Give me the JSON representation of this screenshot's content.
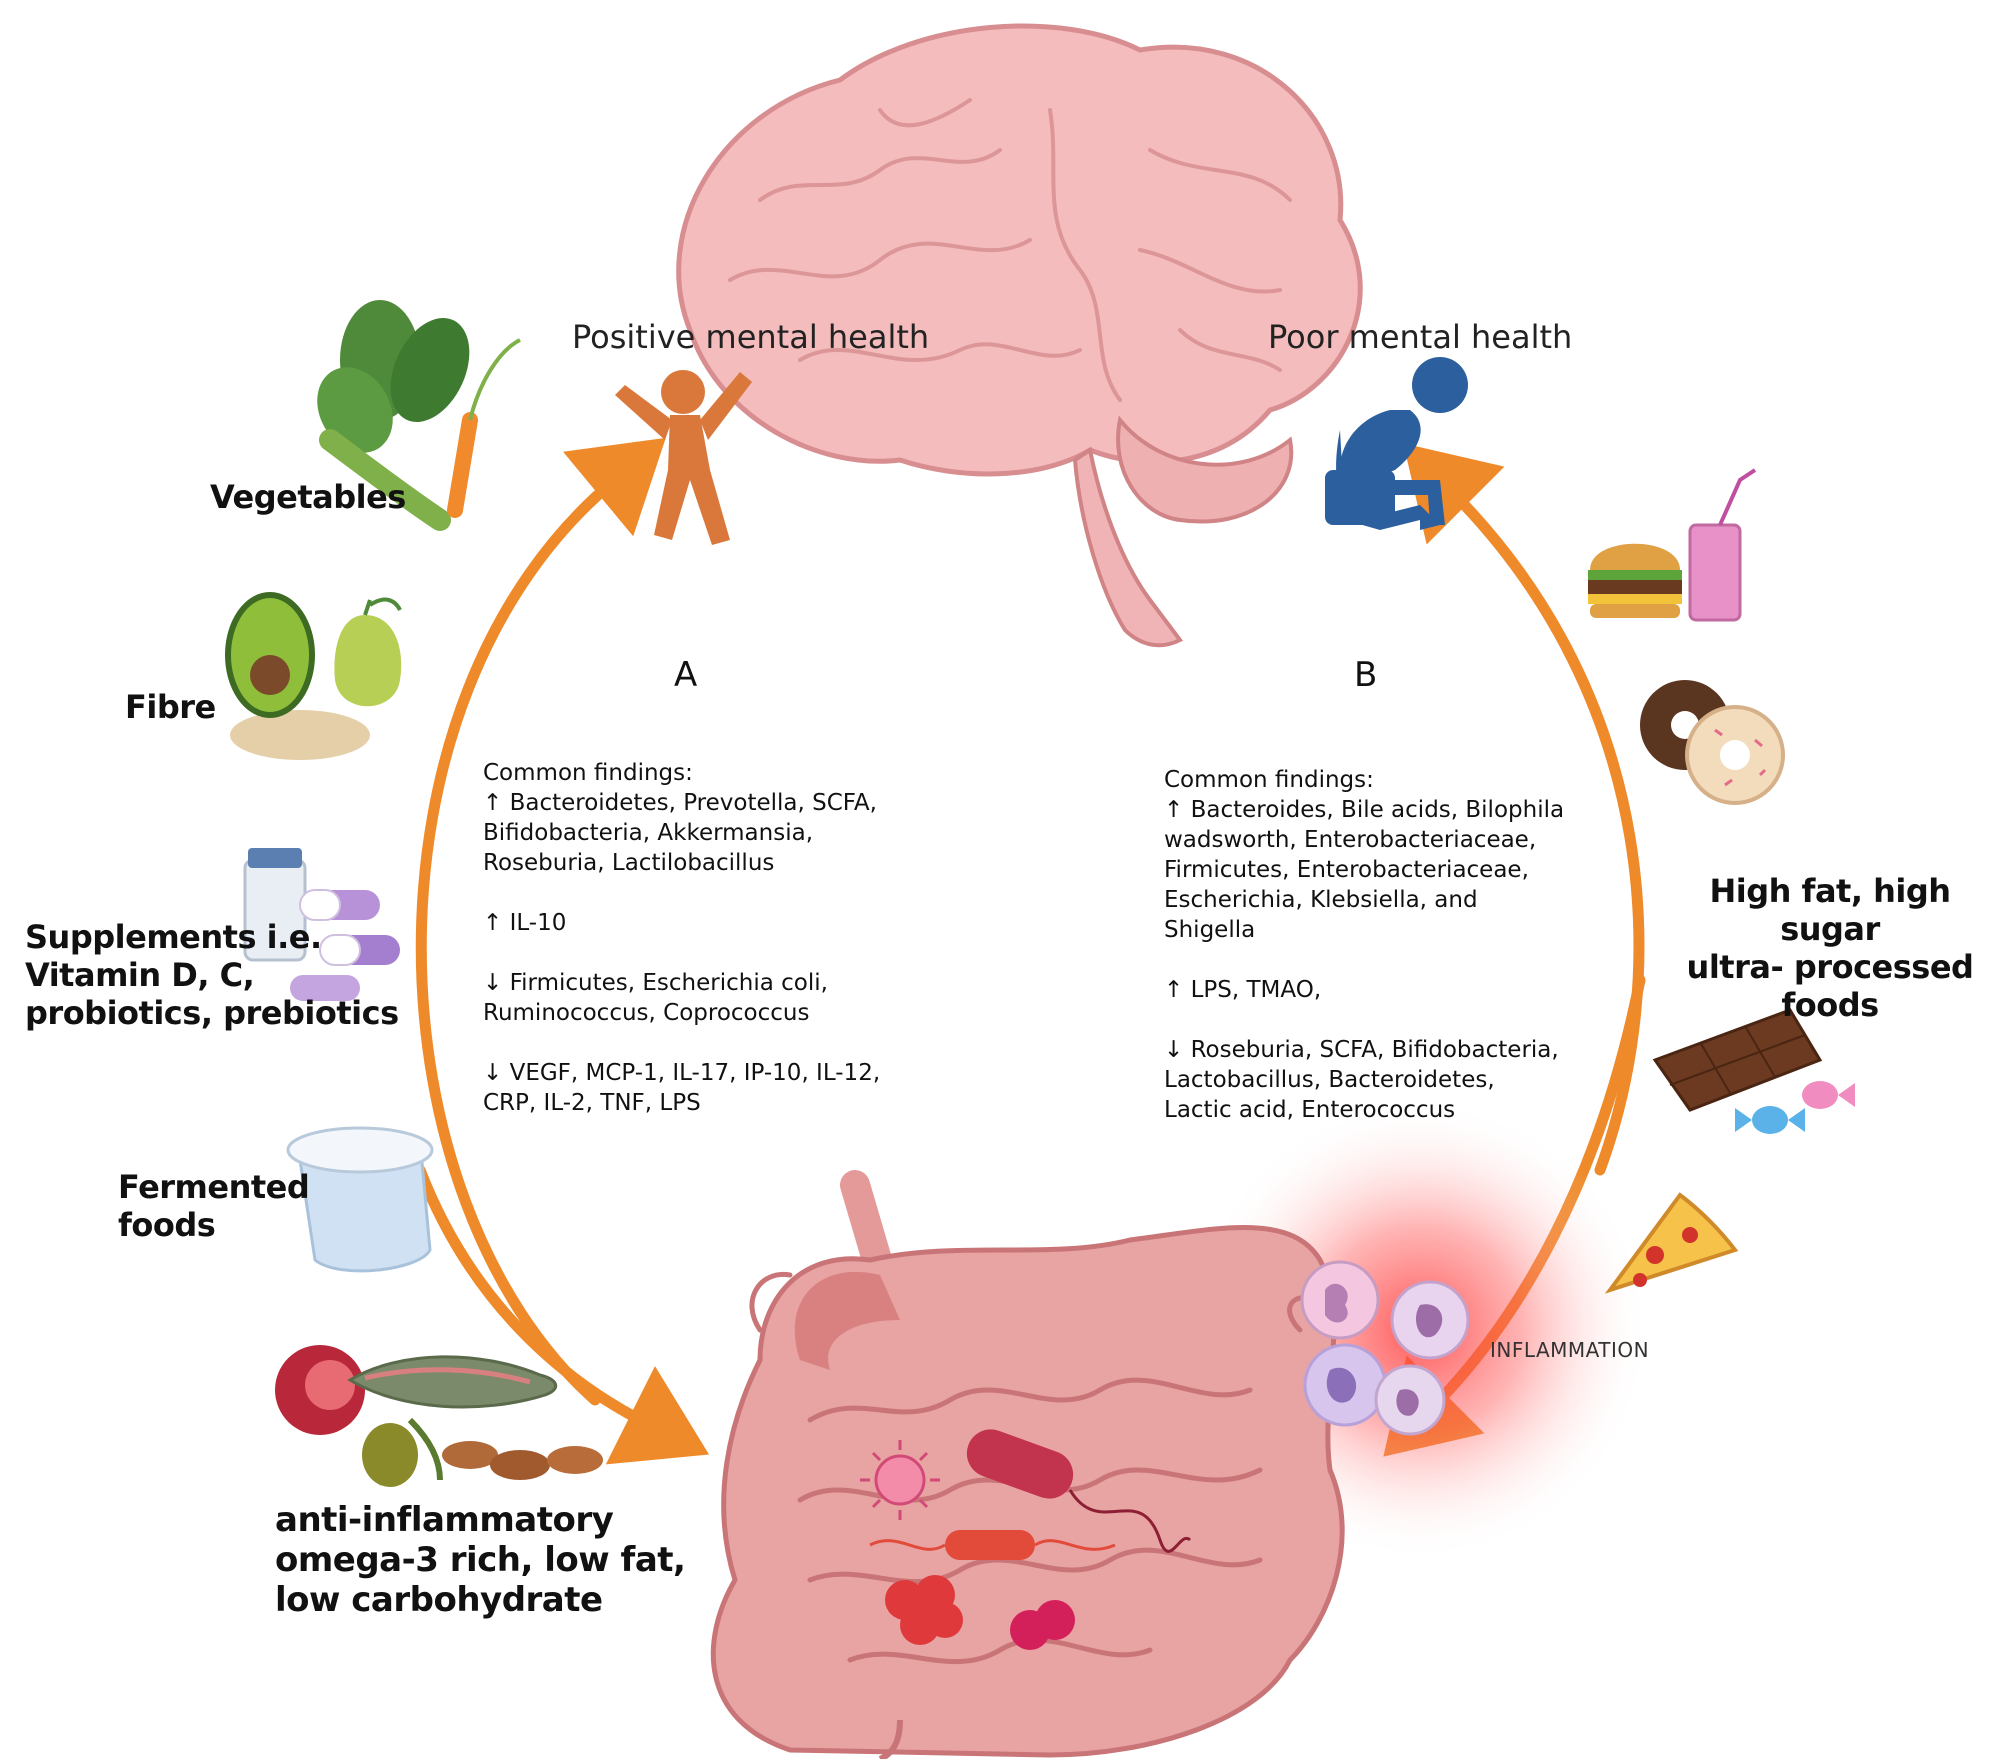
{
  "mental": {
    "positive": "Positive mental health",
    "poor": "Poor mental health"
  },
  "sections": {
    "a": "A",
    "b": "B"
  },
  "findings_a": {
    "heading": "Common findings:",
    "line1": "↑ Bacteroidetes, Prevotella, SCFA,",
    "line2": "Bifidobacteria, Akkermansia,",
    "line3": "Roseburia, Lactilobacillus",
    "line4": "↑ IL-10",
    "line5": "↓ Firmicutes, Escherichia coli,",
    "line6": "Ruminococcus, Coprococcus",
    "line7": "↓ VEGF, MCP-1, IL-17, IP-10, IL-12,",
    "line8": "CRP, IL-2, TNF, LPS"
  },
  "findings_b": {
    "heading": "Common findings:",
    "line1": "↑ Bacteroides, Bile acids, Bilophila",
    "line2": "wadsworth, Enterobacteriaceae,",
    "line3": "Firmicutes, Enterobacteriaceae,",
    "line4": "Escherichia, Klebsiella, and",
    "line5": "Shigella",
    "line6": "↑ LPS, TMAO,",
    "line7": "↓ Roseburia, SCFA, Bifidobacteria,",
    "line8": "Lactobacillus,  Bacteroidetes,",
    "line9": "Lactic acid, Enterococcus"
  },
  "healthy_foods": {
    "vegetables": "Vegetables",
    "fibre": "Fibre",
    "supplements_1": "Supplements i.e.",
    "supplements_2": "Vitamin D, C,",
    "supplements_3": "probiotics, prebiotics",
    "fermented_1": "Fermented",
    "fermented_2": "foods",
    "anti_1": "anti-inflammatory",
    "anti_2": "omega-3 rich, low fat,",
    "anti_3": "low carbohydrate"
  },
  "unhealthy_foods": {
    "line1": "High fat, high sugar",
    "line2": "ultra- processed",
    "line3": "foods"
  },
  "inflammation": "INFLAMMATION",
  "colors": {
    "arrow": "#ef8a2a",
    "brain": "#f2b7b7",
    "brain_outline": "#d88e90",
    "gut": "#d98080",
    "positive_person": "#d9783a",
    "poor_person": "#2c5f9e",
    "inflammation_glow": "#ff3b3b"
  },
  "icons": [
    "brain-icon",
    "happy-person-icon",
    "sad-person-icon",
    "gut-icon",
    "vegetables-icon",
    "fibre-icon",
    "supplements-icon",
    "yogurt-icon",
    "omega3-foods-icon",
    "burger-drink-icon",
    "donuts-icon",
    "chocolate-candy-icon",
    "pizza-icon",
    "immune-cells-icon",
    "microbes-icon"
  ]
}
